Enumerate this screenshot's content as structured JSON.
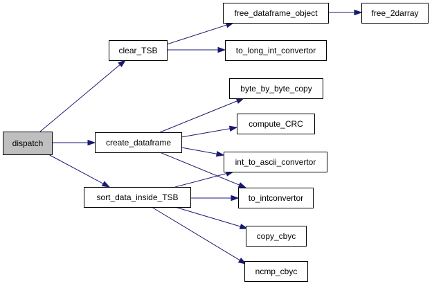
{
  "diagram": {
    "type": "call-graph",
    "colors": {
      "edge": "#191970",
      "node_fill": "#ffffff",
      "root_fill": "#bfbfbf",
      "node_border": "#000000"
    },
    "nodes": [
      {
        "id": "dispatch",
        "label": "dispatch",
        "root": true
      },
      {
        "id": "clear_TSB",
        "label": "clear_TSB"
      },
      {
        "id": "create_dataframe",
        "label": "create_dataframe"
      },
      {
        "id": "sort_data_inside_TSB",
        "label": "sort_data_inside_TSB"
      },
      {
        "id": "free_dataframe_object",
        "label": "free_dataframe_object"
      },
      {
        "id": "free_2darray",
        "label": "free_2darray"
      },
      {
        "id": "to_long_int_convertor",
        "label": "to_long_int_convertor"
      },
      {
        "id": "byte_by_byte_copy",
        "label": "byte_by_byte_copy"
      },
      {
        "id": "compute_CRC",
        "label": "compute_CRC"
      },
      {
        "id": "int_to_ascii_convertor",
        "label": "int_to_ascii_convertor"
      },
      {
        "id": "to_intconvertor",
        "label": "to_intconvertor"
      },
      {
        "id": "copy_cbyc",
        "label": "copy_cbyc"
      },
      {
        "id": "ncmp_cbyc",
        "label": "ncmp_cbyc"
      }
    ],
    "edges": [
      {
        "from": "dispatch",
        "to": "clear_TSB"
      },
      {
        "from": "dispatch",
        "to": "create_dataframe"
      },
      {
        "from": "dispatch",
        "to": "to_intconvertor"
      },
      {
        "from": "clear_TSB",
        "to": "free_dataframe_object"
      },
      {
        "from": "clear_TSB",
        "to": "to_long_int_convertor"
      },
      {
        "from": "free_dataframe_object",
        "to": "free_2darray"
      },
      {
        "from": "create_dataframe",
        "to": "byte_by_byte_copy"
      },
      {
        "from": "create_dataframe",
        "to": "compute_CRC"
      },
      {
        "from": "create_dataframe",
        "to": "int_to_ascii_convertor"
      },
      {
        "from": "create_dataframe",
        "to": "to_intconvertor"
      },
      {
        "from": "dispatch",
        "to": "sort_data_inside_TSB"
      },
      {
        "from": "sort_data_inside_TSB",
        "to": "int_to_ascii_convertor"
      },
      {
        "from": "sort_data_inside_TSB",
        "to": "to_intconvertor"
      },
      {
        "from": "sort_data_inside_TSB",
        "to": "copy_cbyc"
      },
      {
        "from": "sort_data_inside_TSB",
        "to": "ncmp_cbyc"
      }
    ]
  }
}
